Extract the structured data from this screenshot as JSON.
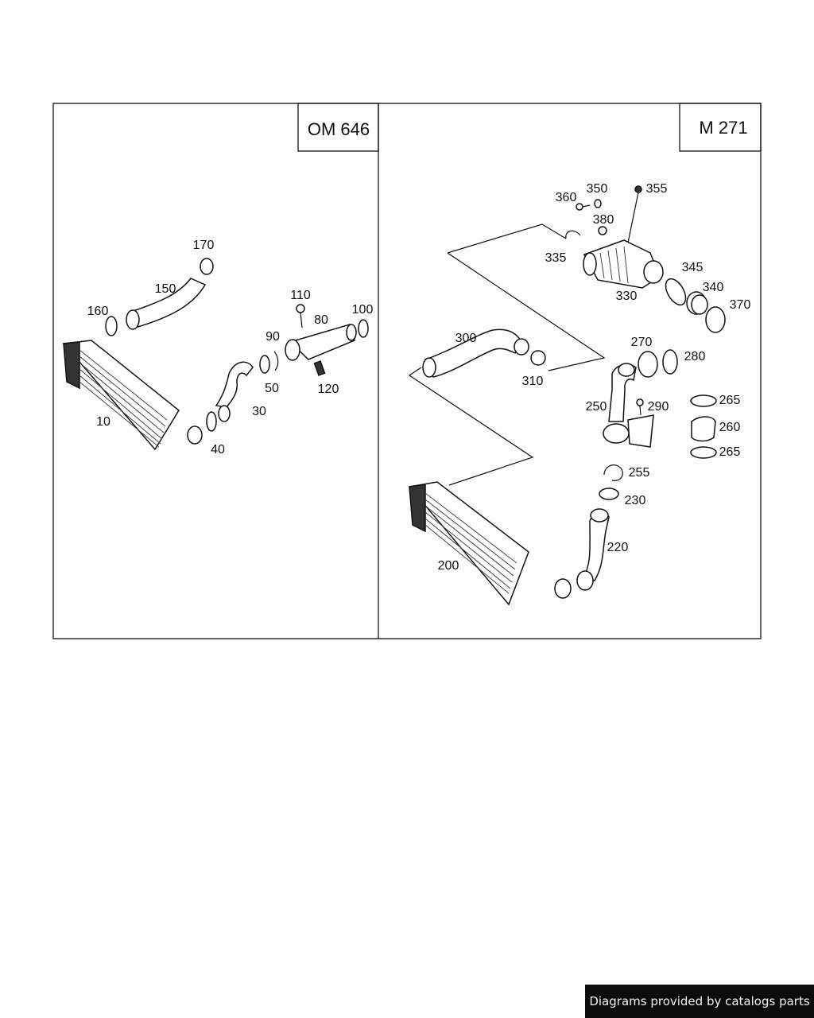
{
  "panels": {
    "left": {
      "engine": "OM 646",
      "labels": [
        "170",
        "150",
        "160",
        "110",
        "100",
        "80",
        "90",
        "50",
        "120",
        "30",
        "10",
        "40"
      ]
    },
    "right": {
      "engine": "M 271",
      "labels": [
        "350",
        "355",
        "360",
        "380",
        "335",
        "345",
        "330",
        "340",
        "370",
        "300",
        "310",
        "270",
        "280",
        "250",
        "290",
        "265",
        "260",
        "265",
        "255",
        "230",
        "220",
        "200"
      ]
    }
  },
  "footer": {
    "credit": "Diagrams provided by catalogs parts"
  }
}
